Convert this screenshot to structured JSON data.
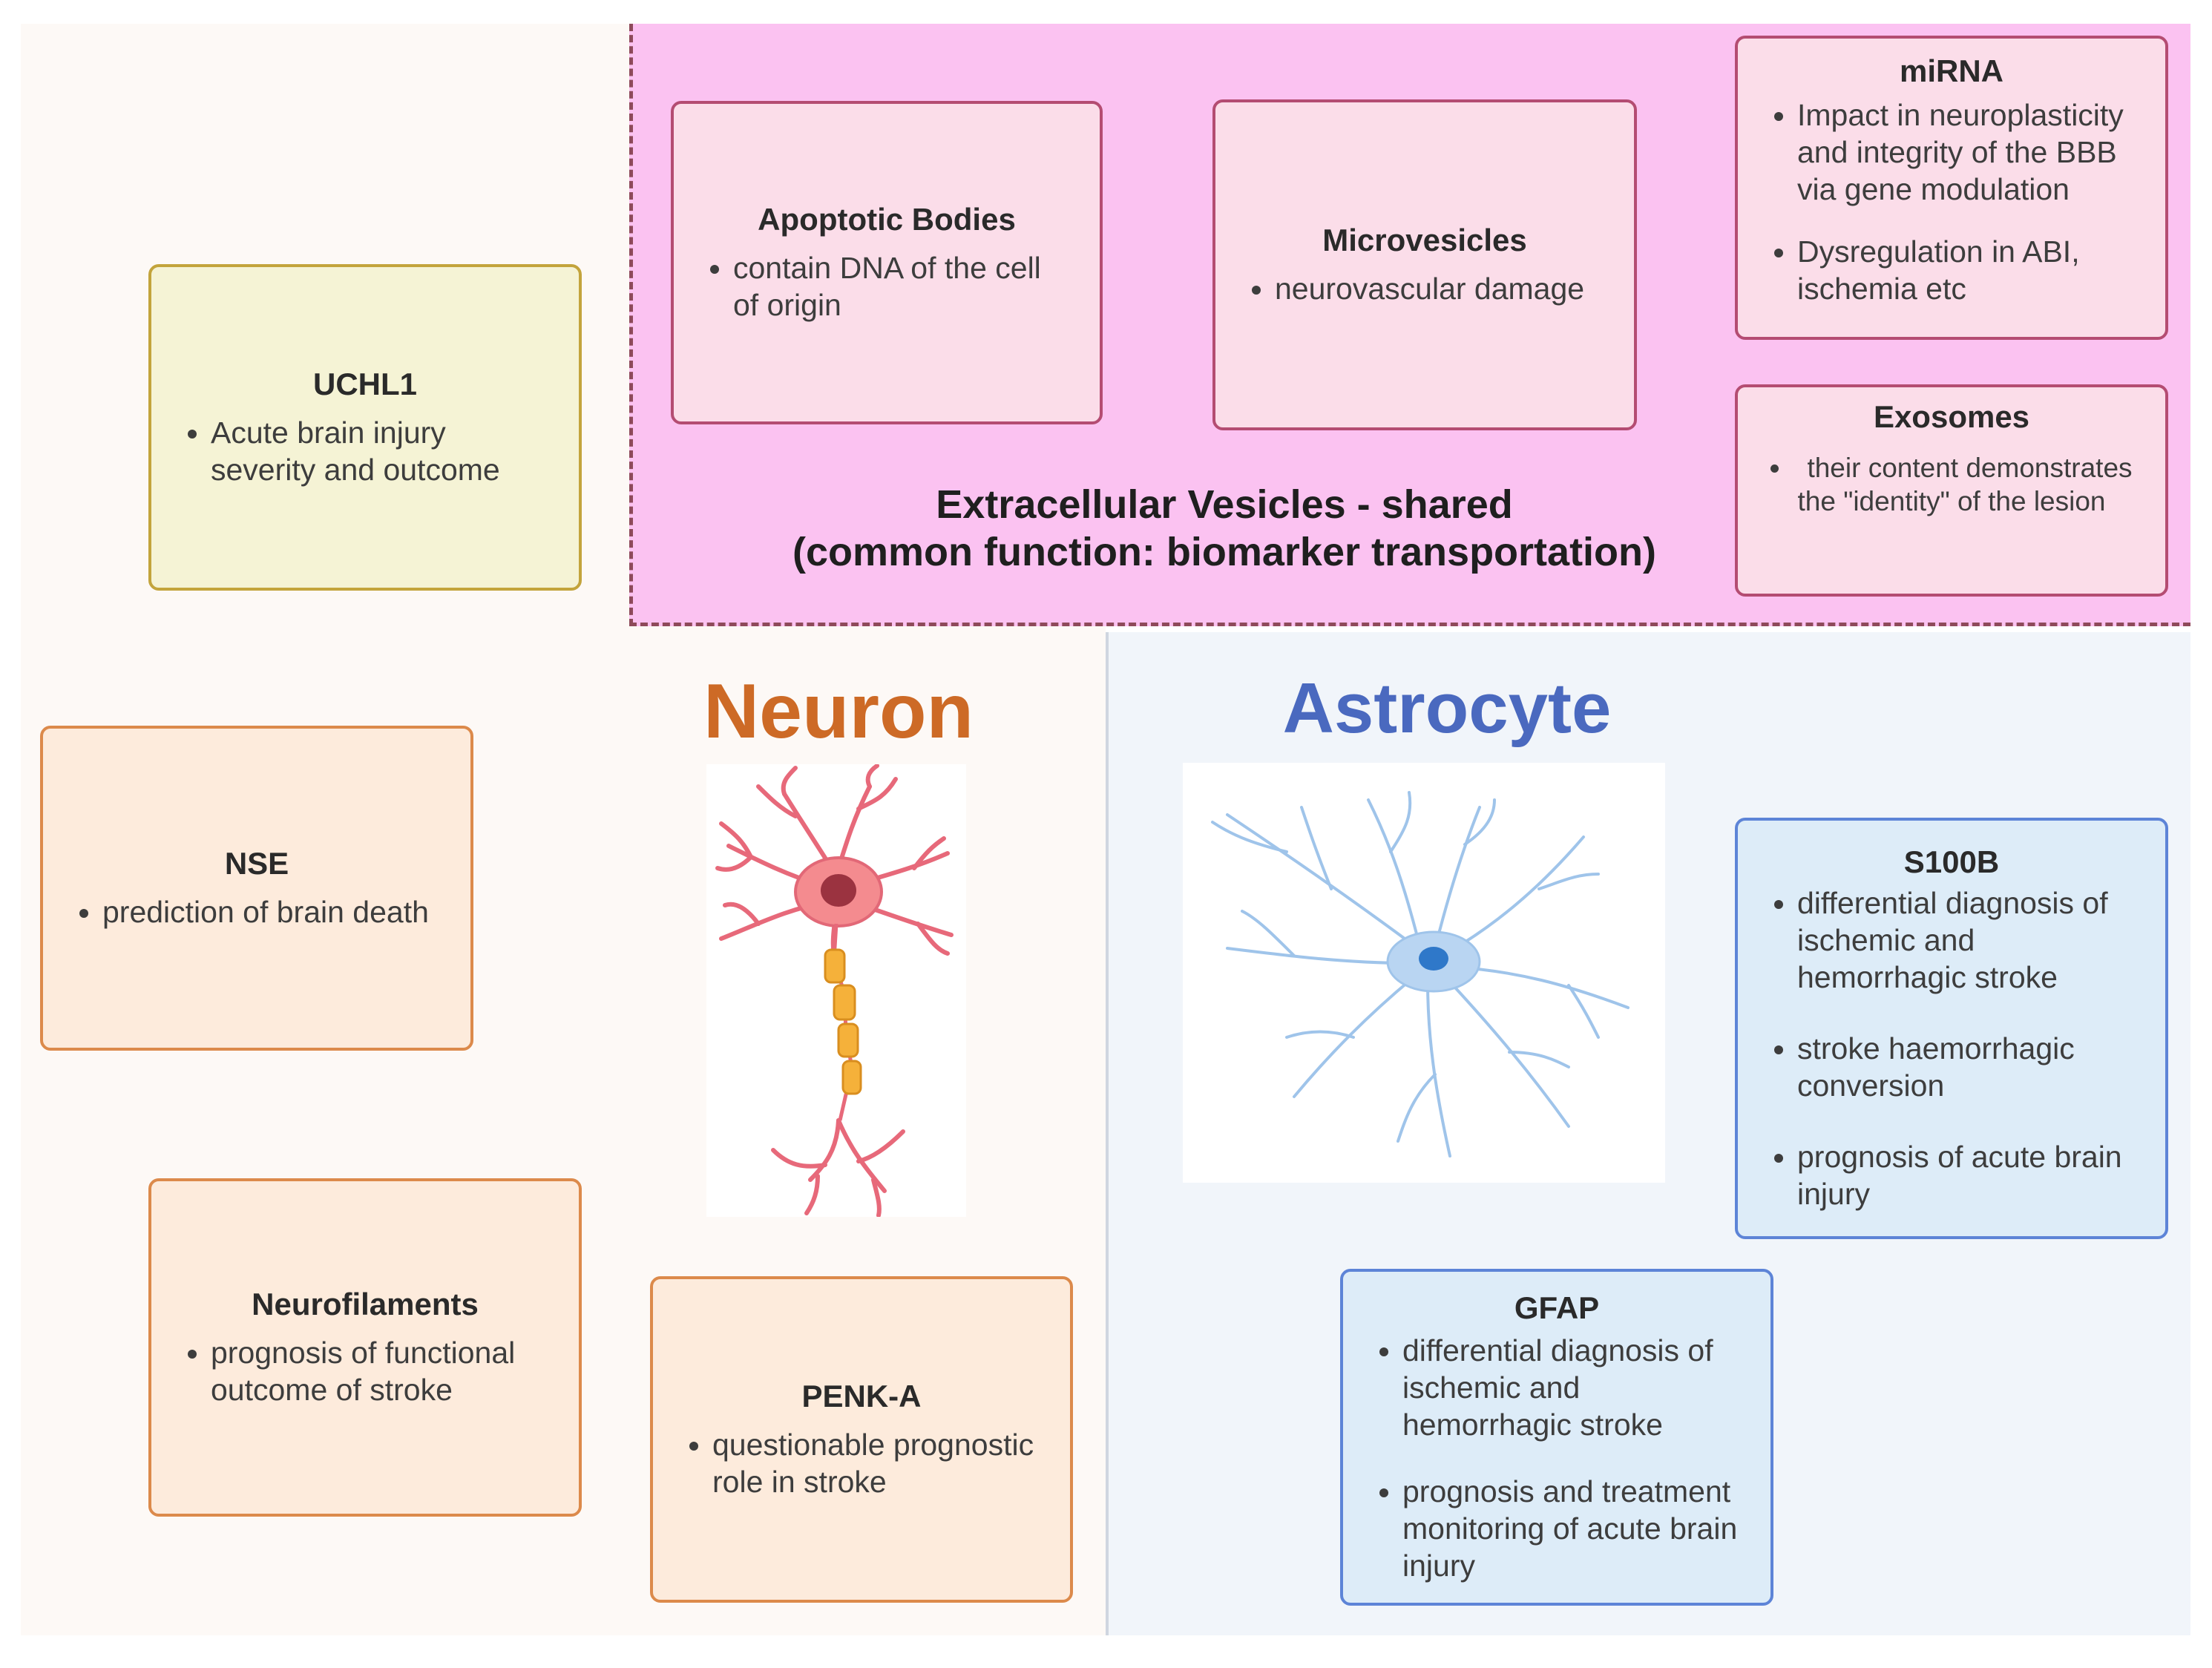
{
  "ev_section": {
    "title": "Extracellular Vesicles - shared",
    "subtitle": "(common function: biomarker transportation)",
    "cards": {
      "apoptotic": {
        "title": "Apoptotic Bodies",
        "items": [
          "contain DNA of the cell of origin"
        ]
      },
      "microvesicles": {
        "title": "Microvesicles",
        "items": [
          "neurovascular damage"
        ]
      },
      "mirna": {
        "title": "miRNA",
        "items": [
          "Impact in neuroplasticity and integrity of the BBB via gene modulation",
          "Dysregulation in ABI, ischemia etc"
        ]
      },
      "exosomes": {
        "title": "Exosomes",
        "items": [
          "their content demonstrates the \"identity\" of the lesion"
        ]
      }
    }
  },
  "neuron_section": {
    "title": "Neuron",
    "cards": {
      "uchl1": {
        "title": "UCHL1",
        "items": [
          "Acute brain injury severity and outcome"
        ]
      },
      "nse": {
        "title": "NSE",
        "items": [
          "prediction of brain death"
        ]
      },
      "neurofilaments": {
        "title": "Neurofilaments",
        "items": [
          "prognosis of functional outcome of stroke"
        ]
      },
      "penka": {
        "title": "PENK-A",
        "items": [
          "questionable prognostic role in stroke"
        ]
      }
    }
  },
  "astrocyte_section": {
    "title": "Astrocyte",
    "cards": {
      "s100b": {
        "title": "S100B",
        "items": [
          "differential diagnosis of ischemic and hemorrhagic stroke",
          "stroke haemorrhagic conversion",
          "prognosis of acute brain injury"
        ]
      },
      "gfap": {
        "title": "GFAP",
        "items": [
          "differential diagnosis of ischemic and hemorrhagic stroke",
          "prognosis and treatment monitoring of acute brain injury"
        ]
      }
    }
  },
  "colors": {
    "ev_background": "#fbc2f1",
    "neuron_title": "#cd6a26",
    "astrocyte_title": "#4a69bf"
  }
}
